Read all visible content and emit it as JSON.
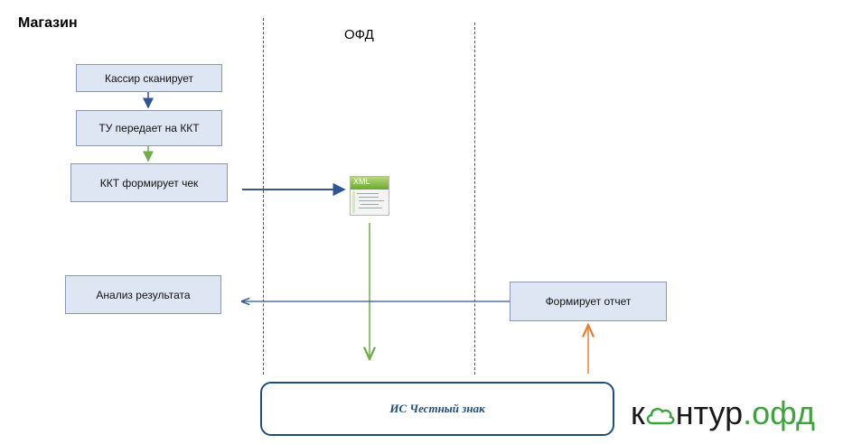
{
  "store_label": "Магазин",
  "ofd_label": "ОФД",
  "boxes": {
    "cashier": "Кассир сканирует",
    "tu": "ТУ передает на ККТ",
    "kkt": "ККТ формирует чек",
    "analysis": "Анализ результата",
    "report": "Формирует отчет"
  },
  "xml_icon_text": "XML",
  "is_label": "ИС Честный знак",
  "logo": {
    "part1": "к",
    "part2": "нтур",
    "part3": ".офд"
  },
  "colors": {
    "arrow_blue": "#2e5597",
    "arrow_green": "#70ad47",
    "arrow_orange": "#ed7d31",
    "brand_green": "#3ea33e"
  }
}
